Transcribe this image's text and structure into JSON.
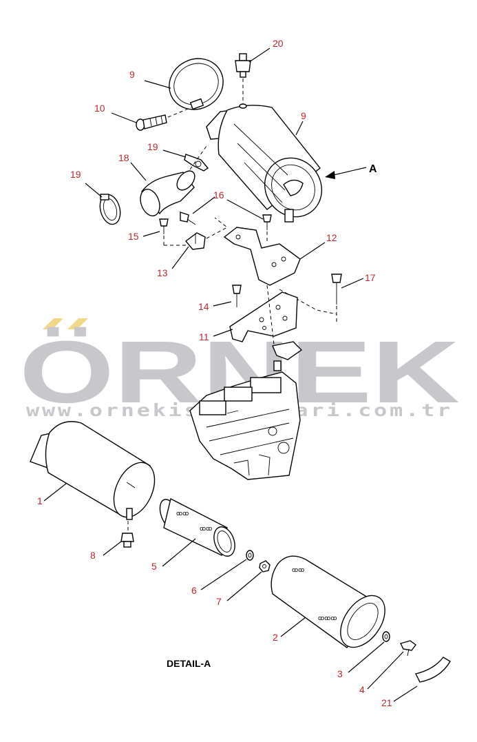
{
  "watermark": {
    "brand": "ÖRNEK",
    "url": "www.ornekiskelealari.com.tr",
    "accent_color": "#f2d98a",
    "text_color": "#c8c8cc"
  },
  "detail_label": "DETAIL-A",
  "view_arrow_label": "A",
  "callout_color": "#c1272d",
  "callouts": {
    "c1": "1",
    "c2": "2",
    "c3": "3",
    "c4": "4",
    "c5": "5",
    "c6": "6",
    "c7": "7",
    "c8": "8",
    "c9a": "9",
    "c9b": "9",
    "c10": "10",
    "c11": "11",
    "c12": "12",
    "c13": "13",
    "c14": "14",
    "c15": "15",
    "c16": "16",
    "c17": "17",
    "c18": "18",
    "c19a": "19",
    "c19b": "19",
    "c20": "20",
    "c21": "21"
  }
}
